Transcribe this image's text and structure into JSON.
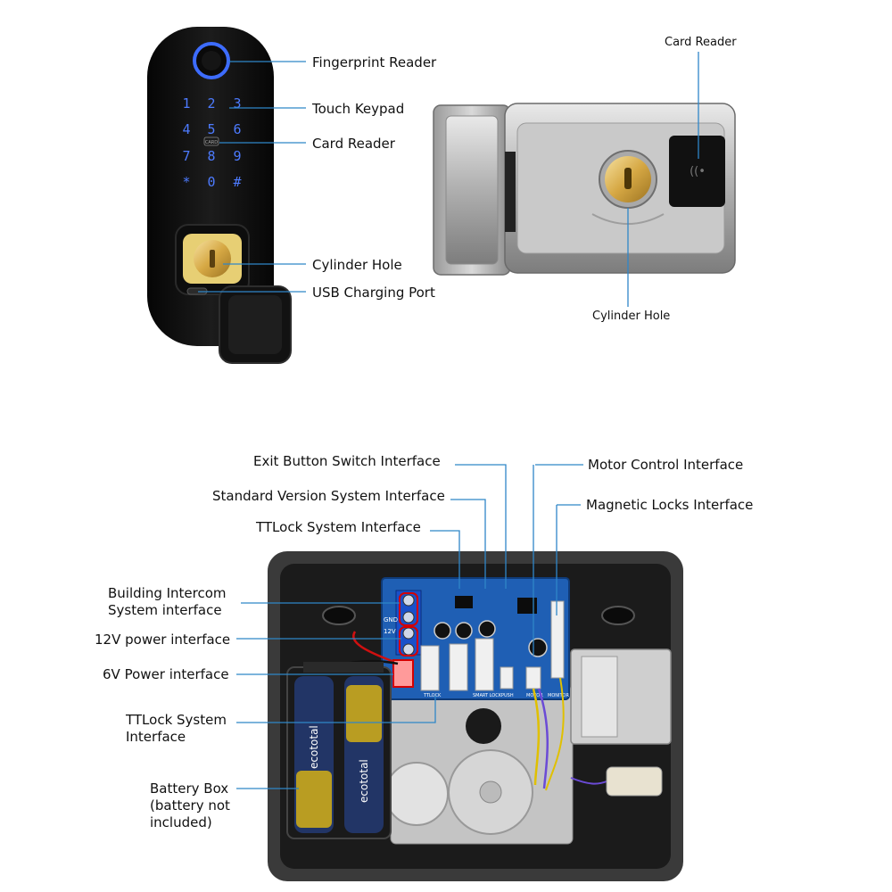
{
  "handle_device": {
    "keypad_keys": [
      "1",
      "2",
      "3",
      "4",
      "5",
      "6",
      "7",
      "8",
      "9",
      "*",
      "0",
      "#"
    ],
    "card_badge": "CARD",
    "labels": {
      "fingerprint": "Fingerprint Reader",
      "keypad": "Touch Keypad",
      "card_reader": "Card Reader",
      "cylinder": "Cylinder Hole",
      "usb": "USB Charging Port"
    }
  },
  "rim_lock": {
    "labels": {
      "card_reader": "Card Reader",
      "cylinder": "Cylinder Hole"
    }
  },
  "control_board": {
    "top_labels": {
      "exit_button": "Exit Button Switch Interface",
      "motor_control": "Motor Control Interface",
      "standard_version": "Standard Version System Interface",
      "magnetic_locks": "Magnetic Locks Interface",
      "ttlock_top": "TTLock System Interface"
    },
    "left_labels": {
      "intercom": [
        "Building Intercom",
        "System interface"
      ],
      "power_12v": "12V power interface",
      "power_6v": "6V Power interface",
      "ttlock_left": [
        "TTLock System",
        "Interface"
      ],
      "battery_box": [
        "Battery Box",
        "(battery not",
        "included)"
      ]
    },
    "pcb_silkscreen": [
      "TTLOCK",
      "SMART LOCK",
      "PUSH",
      "MOTOR",
      "MONITOR"
    ],
    "terminal_labels": [
      "GND",
      "12V"
    ],
    "battery_brand": "ecototal"
  },
  "colors": {
    "leader_line": "#2f86c8",
    "pcb": "#1f5fb4",
    "lock_body": "#b9b9b9",
    "case": "#1b1b1b"
  }
}
